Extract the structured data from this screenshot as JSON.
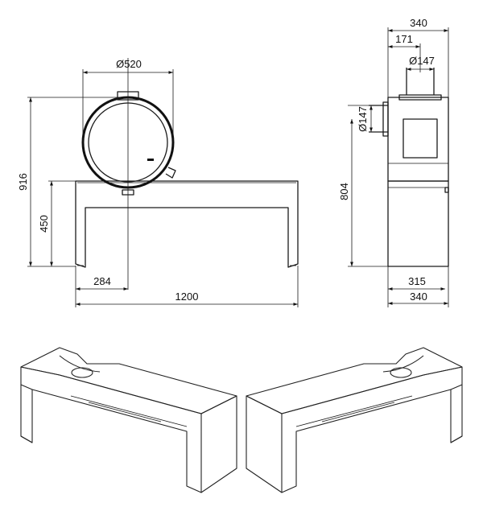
{
  "front_view": {
    "diameter": "Ø520",
    "height_total": "916",
    "bench_height": "450",
    "flue_offset": "284",
    "bench_width": "1200"
  },
  "side_view": {
    "depth_top": "340",
    "flue_center": "171",
    "flue_top_diameter": "Ø147",
    "flue_rear_diameter": "Ø147",
    "bench_height": "804",
    "base_depth": "315",
    "depth_bottom": "340"
  }
}
